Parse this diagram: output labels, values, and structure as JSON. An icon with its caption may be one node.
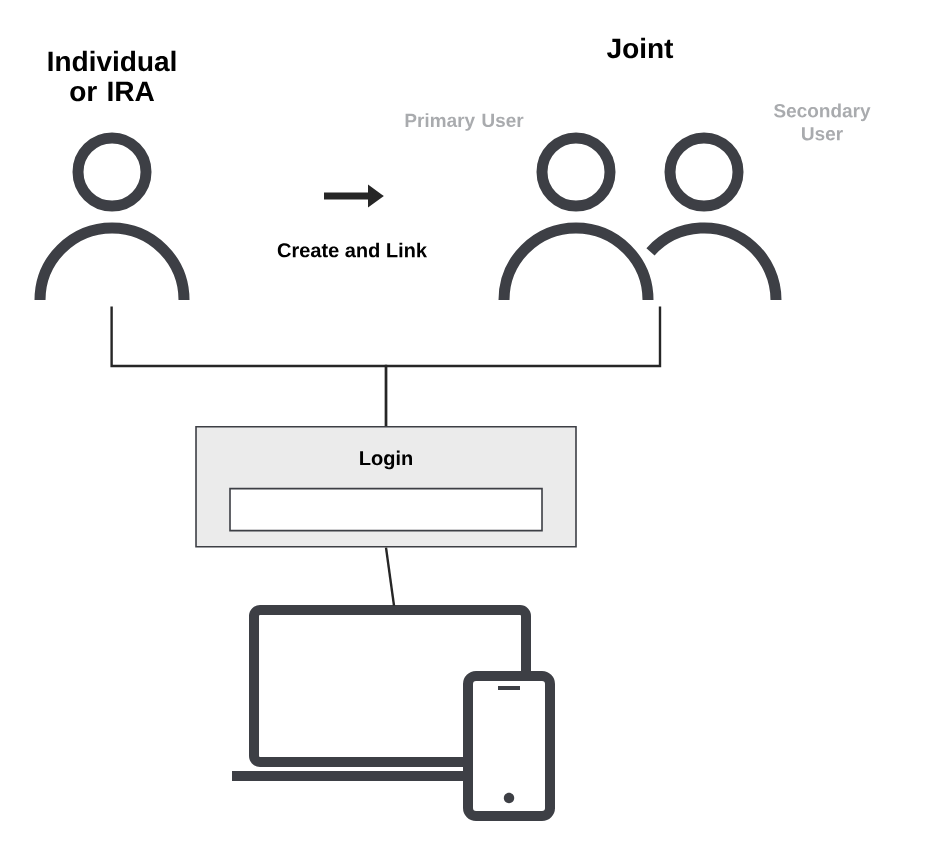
{
  "diagram": {
    "nodes": [
      {
        "text": [
          "Individual or IRA"
        ]
      },
      {
        "text": [
          "Joint"
        ]
      },
      {
        "text": [
          "Login"
        ]
      },
      {
        "text": [],
        "shape": "box",
        "in": 2
      },
      {
        "text": [],
        "shape": "picture"
      }
    ],
    "edges": [
      {
        "from": 0,
        "to": 2,
        "arrow": "none"
      },
      {
        "from": 1,
        "to": 2,
        "arrow": "none"
      },
      {
        "from": 2,
        "to": 4,
        "arrow": "none"
      }
    ],
    "labels": [
      "Primary User",
      "Secondary User",
      "Create and Link"
    ]
  }
}
